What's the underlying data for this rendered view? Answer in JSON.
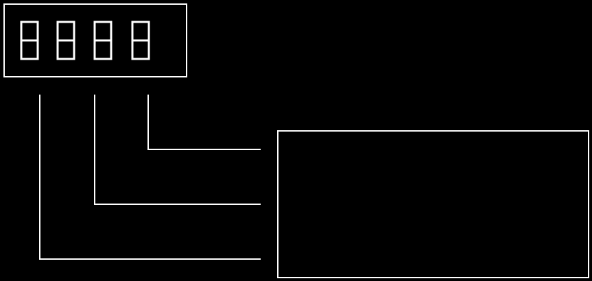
{
  "colors": {
    "background": "#000000",
    "stroke": "#ffffff"
  },
  "display": {
    "digit_count": 4,
    "shown_pattern": "8888"
  },
  "leaders": {
    "count": 3
  },
  "target_panel": {
    "text": ""
  }
}
